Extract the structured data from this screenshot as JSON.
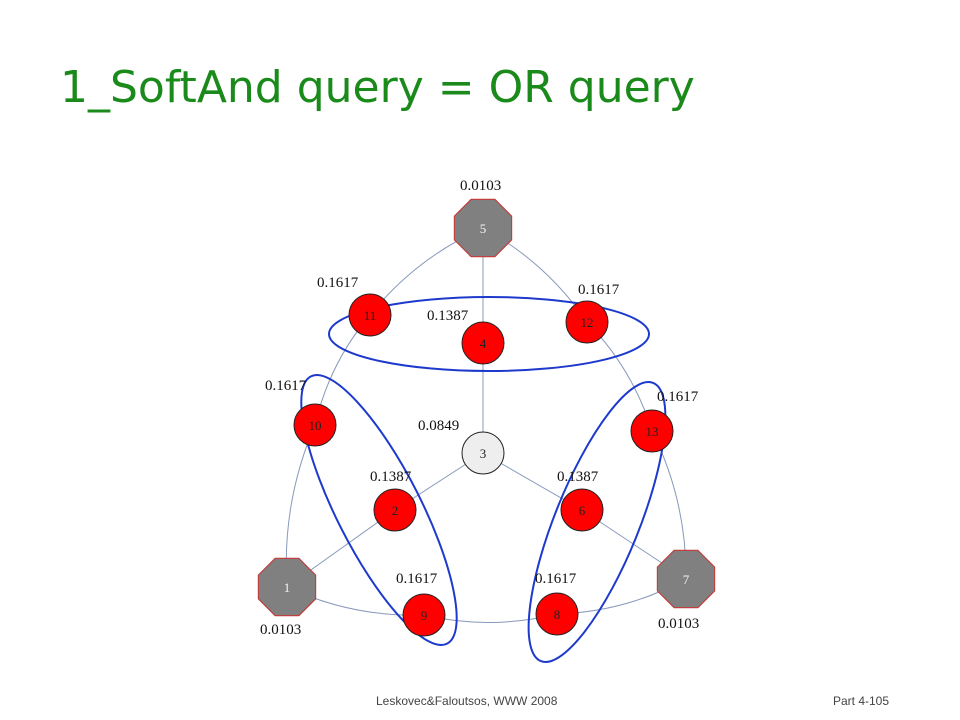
{
  "title": "1_SoftAnd query = OR query",
  "footer": {
    "citation": "Leskovec&Faloutsos, WWW 2008",
    "page": "Part 4-105"
  },
  "colors": {
    "title": "#1a8a1a",
    "query_node": "#808080",
    "high_node": "#ff0000",
    "center_node": "#eeeeee",
    "edge": "#8899bb",
    "ellipse": "#1e3acc"
  },
  "nodes": [
    {
      "id": "5",
      "label": "5",
      "kind": "query",
      "score": "0.0103"
    },
    {
      "id": "11",
      "label": "11",
      "kind": "high",
      "score": "0.1617"
    },
    {
      "id": "4",
      "label": "4",
      "kind": "high",
      "score": "0.1387"
    },
    {
      "id": "12",
      "label": "12",
      "kind": "high",
      "score": "0.1617"
    },
    {
      "id": "10",
      "label": "10",
      "kind": "high",
      "score": "0.1617"
    },
    {
      "id": "3",
      "label": "3",
      "kind": "center",
      "score": "0.0849"
    },
    {
      "id": "13",
      "label": "13",
      "kind": "high",
      "score": "0.1617"
    },
    {
      "id": "2",
      "label": "2",
      "kind": "high",
      "score": "0.1387"
    },
    {
      "id": "6",
      "label": "6",
      "kind": "high",
      "score": "0.1387"
    },
    {
      "id": "1",
      "label": "1",
      "kind": "query",
      "score": "0.0103"
    },
    {
      "id": "9",
      "label": "9",
      "kind": "high",
      "score": "0.1617"
    },
    {
      "id": "8",
      "label": "8",
      "kind": "high",
      "score": "0.1617"
    },
    {
      "id": "7",
      "label": "7",
      "kind": "query",
      "score": "0.0103"
    }
  ],
  "edges": [
    [
      "5",
      "11"
    ],
    [
      "5",
      "4"
    ],
    [
      "5",
      "12"
    ],
    [
      "11",
      "10"
    ],
    [
      "12",
      "13"
    ],
    [
      "4",
      "3"
    ],
    [
      "3",
      "2"
    ],
    [
      "3",
      "6"
    ],
    [
      "10",
      "1"
    ],
    [
      "13",
      "7"
    ],
    [
      "2",
      "1"
    ],
    [
      "6",
      "7"
    ],
    [
      "1",
      "9"
    ],
    [
      "7",
      "8"
    ],
    [
      "9",
      "8"
    ]
  ]
}
